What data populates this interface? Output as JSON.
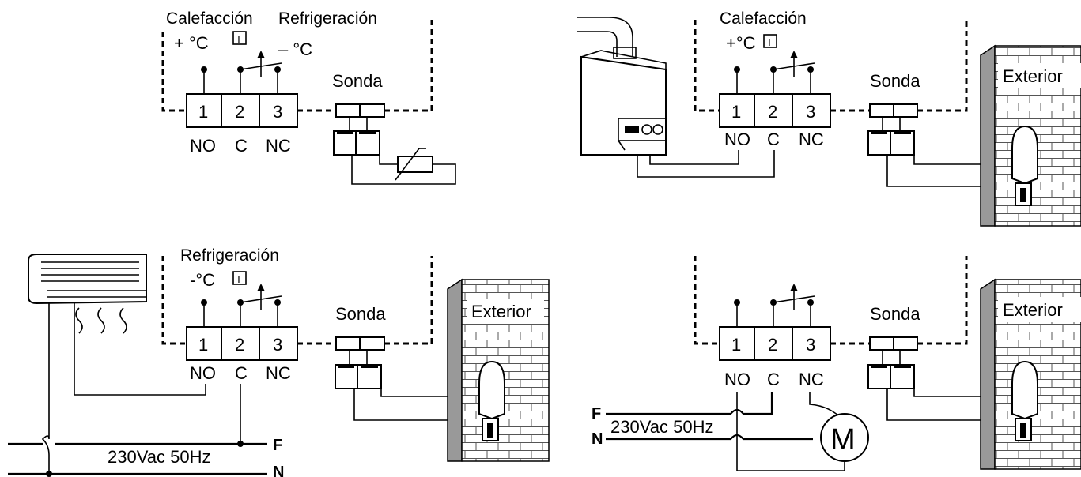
{
  "panel_tl": {
    "heading_heat": "Calefacción",
    "heading_cool": "Refrigeración",
    "temp_plus": "+ °C",
    "temp_minus": "– °C",
    "t_symbol": "T",
    "probe_label": "Sonda",
    "terminals": [
      "1",
      "2",
      "3"
    ],
    "terminal_labels": [
      "NO",
      "C",
      "NC"
    ]
  },
  "panel_tr": {
    "heading": "Calefacción",
    "temp": "+°C",
    "t_symbol": "T",
    "probe_label": "Sonda",
    "exterior_label": "Exterior",
    "terminals": [
      "1",
      "2",
      "3"
    ],
    "terminal_labels": [
      "NO",
      "C",
      "NC"
    ]
  },
  "panel_bl": {
    "heading": "Refrigeración",
    "temp": "-°C",
    "t_symbol": "T",
    "probe_label": "Sonda",
    "exterior_label": "Exterior",
    "terminals": [
      "1",
      "2",
      "3"
    ],
    "terminal_labels": [
      "NO",
      "C",
      "NC"
    ],
    "line_f": "F",
    "line_n": "N",
    "supply": "230Vac 50Hz"
  },
  "panel_br": {
    "probe_label": "Sonda",
    "exterior_label": "Exterior",
    "terminals": [
      "1",
      "2",
      "3"
    ],
    "terminal_labels": [
      "NO",
      "C",
      "NC"
    ],
    "line_f": "F",
    "line_n": "N",
    "supply": "230Vac 50Hz",
    "motor": "M"
  }
}
